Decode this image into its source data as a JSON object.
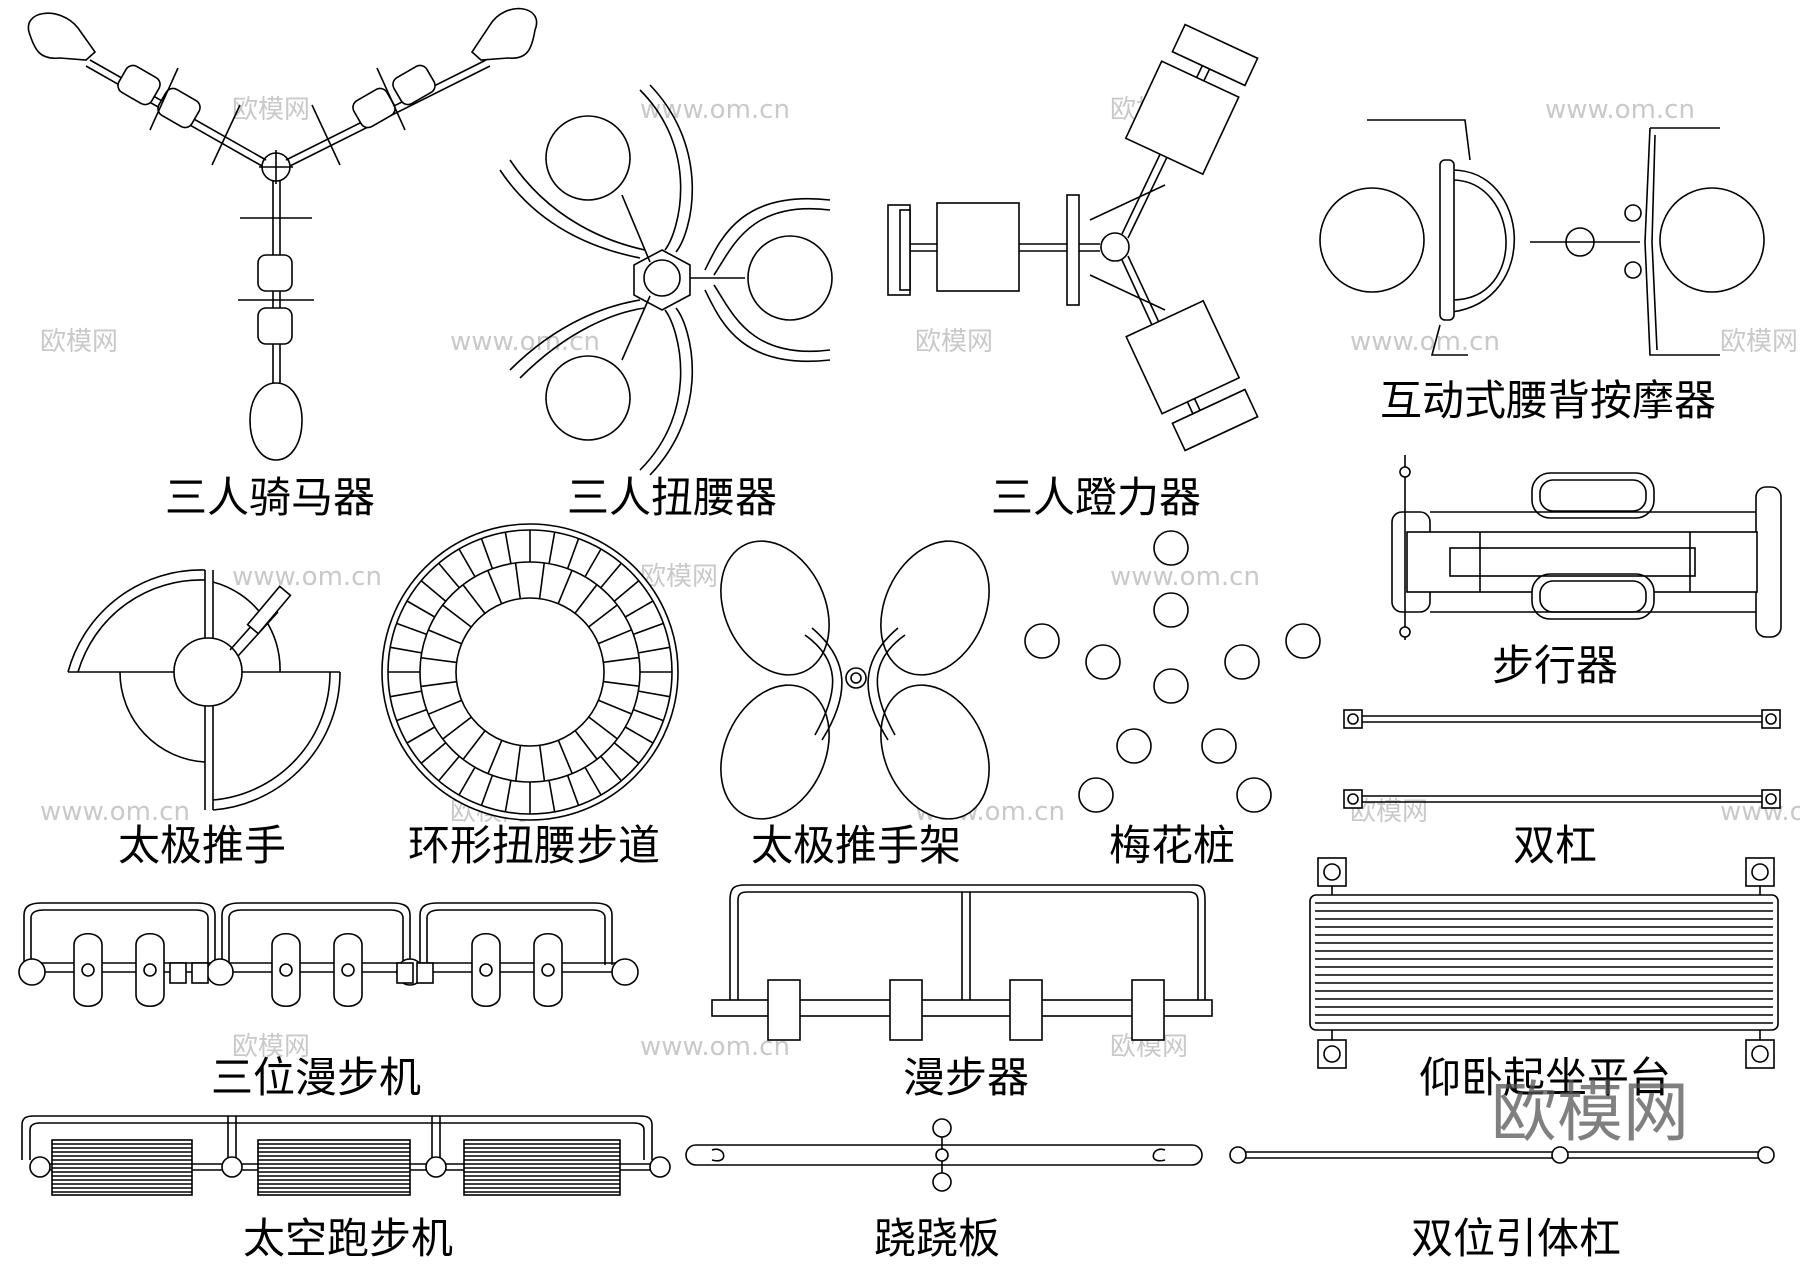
{
  "items": [
    {
      "key": "horse",
      "label": "三人骑马器"
    },
    {
      "key": "twist",
      "label": "三人扭腰器"
    },
    {
      "key": "pedal",
      "label": "三人蹬力器"
    },
    {
      "key": "massage",
      "label": "互动式腰背按摩器"
    },
    {
      "key": "taichi",
      "label": "太极推手"
    },
    {
      "key": "ring",
      "label": "环形扭腰步道"
    },
    {
      "key": "taichi_rack",
      "label": "太极推手架"
    },
    {
      "key": "plum",
      "label": "梅花桩"
    },
    {
      "key": "walker",
      "label": "步行器"
    },
    {
      "key": "parallel",
      "label": "双杠"
    },
    {
      "key": "triple_walk",
      "label": "三位漫步机"
    },
    {
      "key": "stroller",
      "label": "漫步器"
    },
    {
      "key": "situp",
      "label": "仰卧起坐平台"
    },
    {
      "key": "treadmill",
      "label": "太空跑步机"
    },
    {
      "key": "seesaw",
      "label": "跷跷板"
    },
    {
      "key": "pullup",
      "label": "双位引体杠"
    }
  ],
  "watermark": {
    "text": "欧模网",
    "url": "www.om.cn",
    "big_logo": "欧模网"
  }
}
